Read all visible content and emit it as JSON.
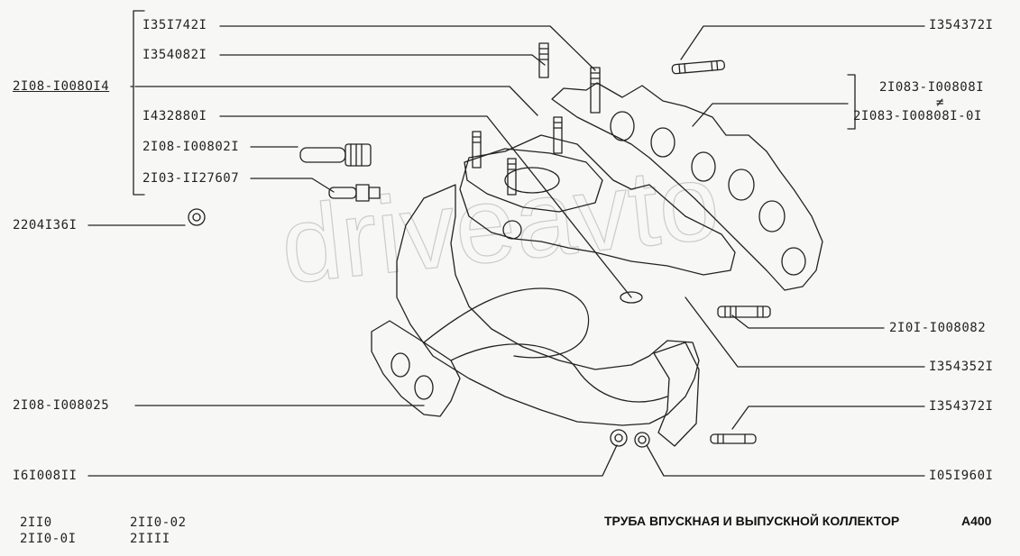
{
  "watermark": "driveavto",
  "footer": {
    "models": [
      "2II0",
      "2II0-02",
      "2II0-0I",
      "2IIII"
    ],
    "title": "ТРУБА ВПУСКНАЯ И ВЫПУСКНОЙ КОЛЛЕКТОР",
    "code": "A400"
  },
  "parts_left": [
    {
      "id": "p-1351742",
      "label": "I35I742I"
    },
    {
      "id": "p-1354082",
      "label": "I354082I"
    },
    {
      "id": "p-2108-1008014",
      "label": "2I08-I008OI4"
    },
    {
      "id": "p-1432880",
      "label": "I432880I"
    },
    {
      "id": "p-2108-1008021",
      "label": "2I08-I00802I"
    },
    {
      "id": "p-2103-1127607",
      "label": "2I03-II27607"
    },
    {
      "id": "p-2204136",
      "label": "2204I36I"
    },
    {
      "id": "p-2108-1008025",
      "label": "2I08-I008025"
    },
    {
      "id": "p-1610081",
      "label": "I6I008II"
    }
  ],
  "parts_right": [
    {
      "id": "p-1354372-top",
      "label": "I354372I"
    },
    {
      "id": "p-21083-1008081",
      "label": "2I083-I00808I"
    },
    {
      "id": "p-alt-symbol",
      "label": "≠"
    },
    {
      "id": "p-21083-1008081-01",
      "label": "2I083-I00808I-0I"
    },
    {
      "id": "p-2101-1008082",
      "label": "2I0I-I008082"
    },
    {
      "id": "p-1354352",
      "label": "I354352I"
    },
    {
      "id": "p-1354372-bottom",
      "label": "I354372I"
    },
    {
      "id": "p-1051960",
      "label": "I05I960I"
    }
  ]
}
